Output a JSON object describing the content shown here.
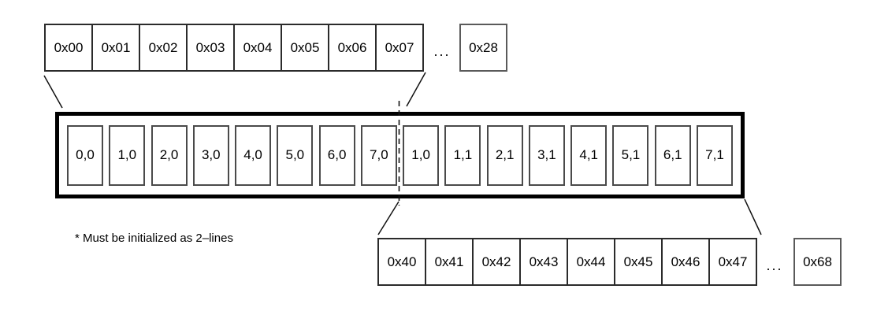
{
  "top_row": {
    "cells": [
      "0x00",
      "0x01",
      "0x02",
      "0x03",
      "0x04",
      "0x05",
      "0x06",
      "0x07"
    ],
    "ellipsis": "...",
    "tail_cell": "0x28"
  },
  "cache_line": {
    "cells": [
      "0,0",
      "1,0",
      "2,0",
      "3,0",
      "4,0",
      "5,0",
      "6,0",
      "7,0",
      "1,0",
      "1,1",
      "2,1",
      "3,1",
      "4,1",
      "5,1",
      "6,1",
      "7,1"
    ]
  },
  "bottom_row": {
    "cells": [
      "0x40",
      "0x41",
      "0x42",
      "0x43",
      "0x44",
      "0x45",
      "0x46",
      "0x47"
    ],
    "ellipsis": "...",
    "tail_cell": "0x68"
  },
  "footnote": "* Must be initialized as 2–lines",
  "colors": {
    "background": "#ffffff",
    "text": "#000000",
    "connector_line": "#111111",
    "thick_border": "#000000",
    "thin_border": "#2b2b2b",
    "cell_border": "#4a4a4a"
  }
}
